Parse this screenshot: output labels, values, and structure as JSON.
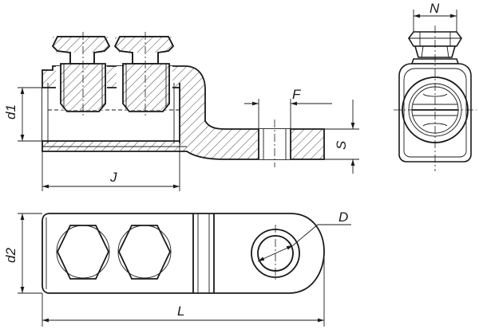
{
  "dimension_labels": {
    "d1": "d1",
    "d2": "d2",
    "J": "J",
    "L": "L",
    "F": "F",
    "S": "S",
    "N": "N",
    "D": "D"
  }
}
